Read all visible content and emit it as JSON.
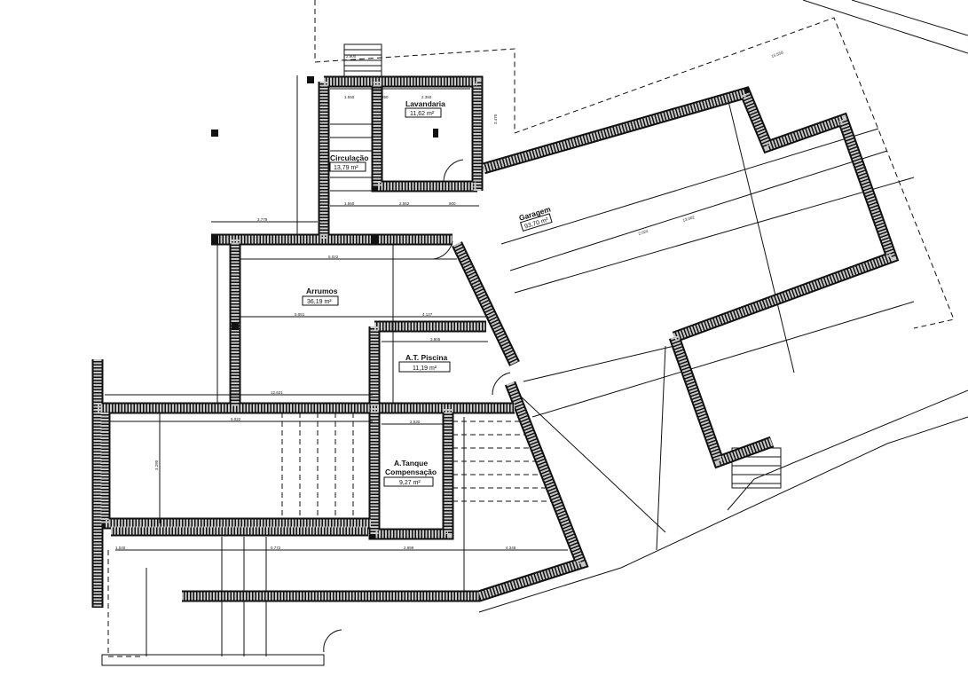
{
  "rooms": [
    {
      "name": "Lavandaria",
      "area": "11,62 m²"
    },
    {
      "name": "Circulação",
      "area": "13,79 m²"
    },
    {
      "name": "Garagem",
      "area": "93,70 m²"
    },
    {
      "name": "Arrumos",
      "area": "36,19 m²"
    },
    {
      "name": "A.T. Piscina",
      "area": "11,19 m²"
    },
    {
      "name": "A.Tanque",
      "name2": "Compensação",
      "area": "9,27 m²"
    }
  ],
  "dimensions": [
    "2.900",
    "1.550",
    "350",
    "2.350",
    "3.470",
    "1.550",
    "2.562",
    "900",
    "3.779",
    "5.022",
    "5.051",
    "4.127",
    "3.805",
    "12.621",
    "5.022",
    "2.530",
    "13.002",
    "2.024",
    "1.040",
    "0.772",
    "2.899",
    "4.348",
    "3.280",
    "15.550"
  ]
}
